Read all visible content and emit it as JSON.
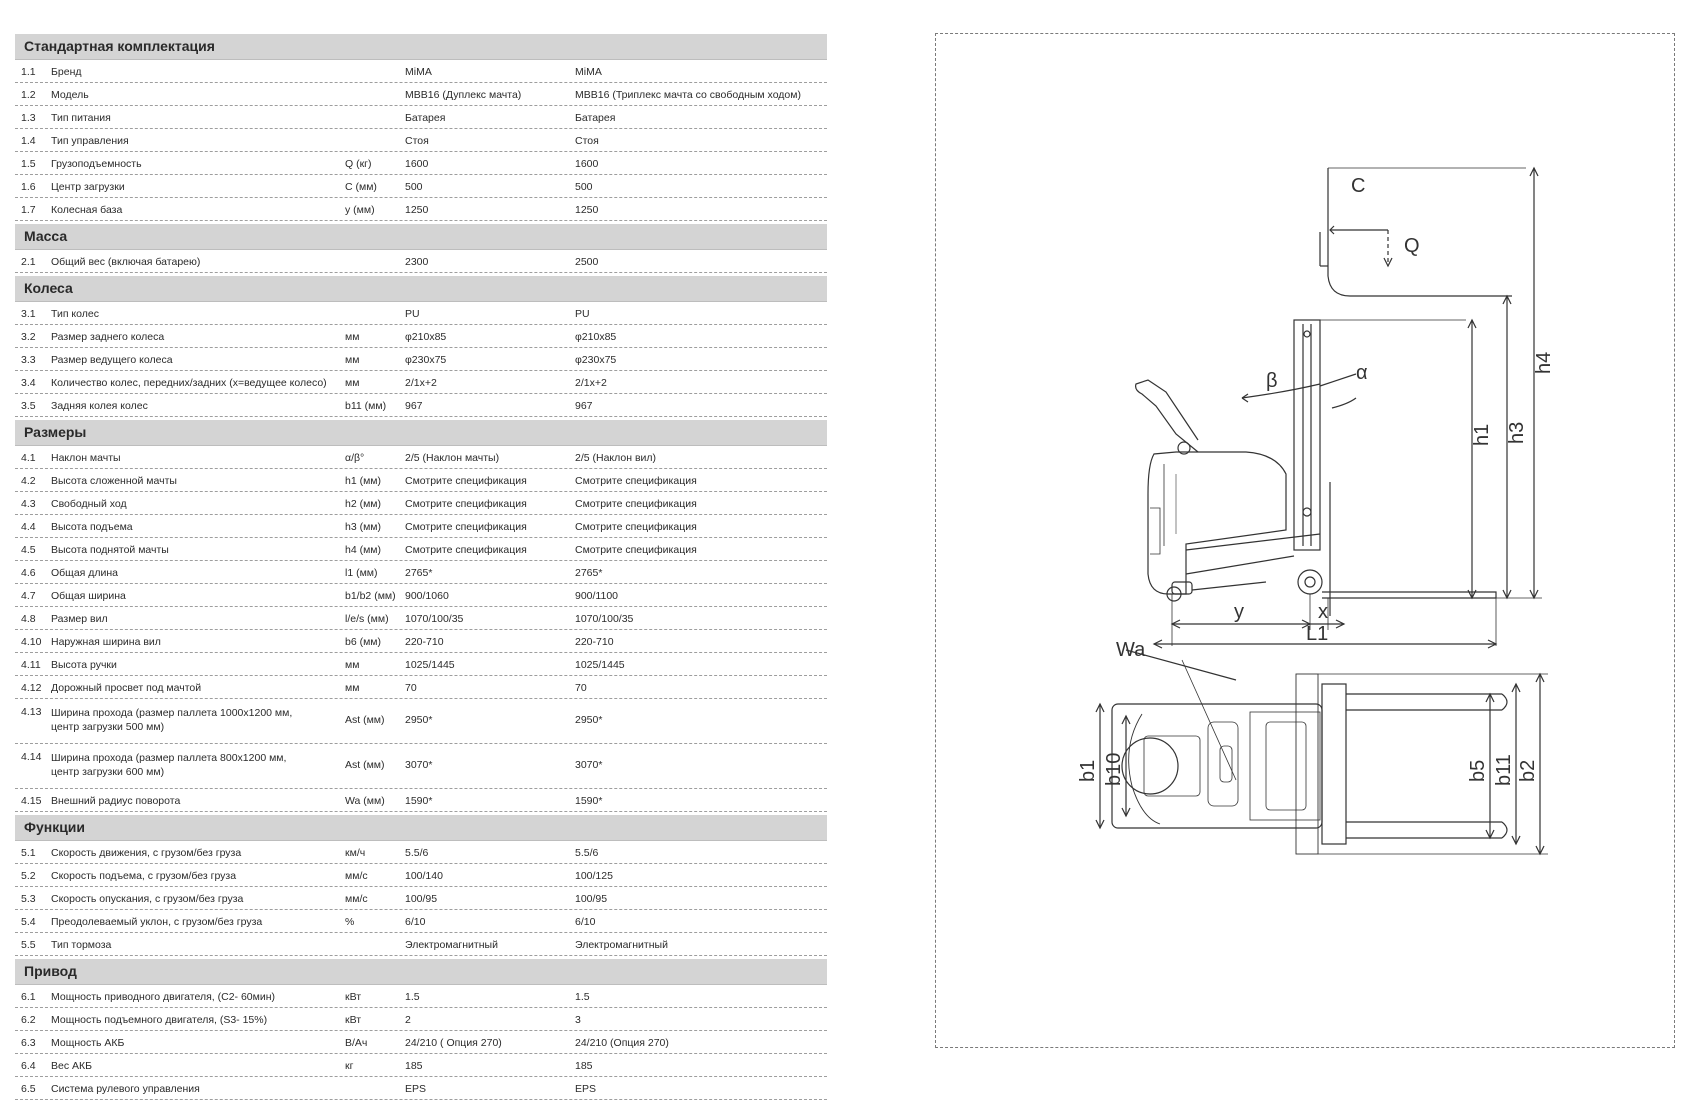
{
  "sections": [
    {
      "title": "Стандартная комплектация",
      "rows": [
        {
          "num": "1.1",
          "name": "Бренд",
          "unit": "",
          "v1": "MiMA",
          "v2": "MiMA"
        },
        {
          "num": "1.2",
          "name": "Модель",
          "unit": "",
          "v1": "MBB16 (Дуплекс мачта)",
          "v2": "MBB16 (Триплекс мачта со свободным ходом)"
        },
        {
          "num": "1.3",
          "name": "Тип питания",
          "unit": "",
          "v1": "Батарея",
          "v2": "Батарея"
        },
        {
          "num": "1.4",
          "name": "Тип управления",
          "unit": "",
          "v1": "Стоя",
          "v2": "Стоя"
        },
        {
          "num": "1.5",
          "name": "Грузоподъемность",
          "unit": "Q (кг)",
          "v1": "1600",
          "v2": "1600"
        },
        {
          "num": "1.6",
          "name": "Центр загрузки",
          "unit": "C (мм)",
          "v1": "500",
          "v2": "500"
        },
        {
          "num": "1.7",
          "name": "Колесная база",
          "unit": "y (мм)",
          "v1": "1250",
          "v2": "1250"
        }
      ]
    },
    {
      "title": "Масса",
      "rows": [
        {
          "num": "2.1",
          "name": "Общий вес (включая батарею)",
          "unit": "",
          "v1": "2300",
          "v2": "2500"
        }
      ]
    },
    {
      "title": "Колеса",
      "rows": [
        {
          "num": "3.1",
          "name": "Тип колес",
          "unit": "",
          "v1": "PU",
          "v2": "PU"
        },
        {
          "num": "3.2",
          "name": "Размер заднего колеса",
          "unit": "мм",
          "v1": "φ210x85",
          "v2": "φ210x85"
        },
        {
          "num": "3.3",
          "name": "Размер ведущего колеса",
          "unit": "мм",
          "v1": "φ230x75",
          "v2": "φ230x75"
        },
        {
          "num": "3.4",
          "name": "Количество колес, передних/задних (x=ведущее колесо)",
          "unit": "мм",
          "v1": "2/1x+2",
          "v2": "2/1x+2"
        },
        {
          "num": "3.5",
          "name": "Задняя колея колес",
          "unit": "b11 (мм)",
          "v1": "967",
          "v2": "967"
        }
      ]
    },
    {
      "title": "Размеры",
      "rows": [
        {
          "num": "4.1",
          "name": "Наклон мачты",
          "unit": "α/β°",
          "v1": "2/5 (Наклон мачты)",
          "v2": "2/5 (Наклон вил)"
        },
        {
          "num": "4.2",
          "name": "Высота сложенной мачты",
          "unit": "h1 (мм)",
          "v1": "Смотрите спецификация",
          "v2": "Смотрите спецификация"
        },
        {
          "num": "4.3",
          "name": "Свободный ход",
          "unit": "h2 (мм)",
          "v1": "Смотрите спецификация",
          "v2": "Смотрите спецификация"
        },
        {
          "num": "4.4",
          "name": "Высота подъема",
          "unit": "h3 (мм)",
          "v1": "Смотрите спецификация",
          "v2": "Смотрите спецификация"
        },
        {
          "num": "4.5",
          "name": "Высота поднятой мачты",
          "unit": "h4 (мм)",
          "v1": "Смотрите спецификация",
          "v2": "Смотрите спецификация"
        },
        {
          "num": "4.6",
          "name": "Общая длина",
          "unit": "l1 (мм)",
          "v1": "2765*",
          "v2": "2765*"
        },
        {
          "num": "4.7",
          "name": "Общая ширина",
          "unit": "b1/b2 (мм)",
          "v1": "900/1060",
          "v2": "900/1100"
        },
        {
          "num": "4.8",
          "name": "Размер вил",
          "unit": "l/e/s (мм)",
          "v1": "1070/100/35",
          "v2": "1070/100/35"
        },
        {
          "num": "4.10",
          "name": "Наружная ширина вил",
          "unit": "b6 (мм)",
          "v1": "220-710",
          "v2": "220-710"
        },
        {
          "num": "4.11",
          "name": "Высота ручки",
          "unit": "мм",
          "v1": "1025/1445",
          "v2": "1025/1445"
        },
        {
          "num": "4.12",
          "name": "Дорожный просвет под мачтой",
          "unit": "мм",
          "v1": "70",
          "v2": "70"
        },
        {
          "num": "4.13",
          "name": "Ширина прохода (размер паллета 1000x1200 мм,\nцентр загрузки 500 мм)",
          "unit": "Ast (мм)",
          "v1": "2950*",
          "v2": "2950*",
          "tall": true
        },
        {
          "num": "4.14",
          "name": "Ширина прохода (размер паллета 800x1200 мм,\nцентр загрузки 600 мм)",
          "unit": "Ast (мм)",
          "v1": "3070*",
          "v2": "3070*",
          "tall": true
        },
        {
          "num": "4.15",
          "name": "Внешний радиус поворота",
          "unit": "Wa (мм)",
          "v1": "1590*",
          "v2": "1590*"
        }
      ]
    },
    {
      "title": "Функции",
      "rows": [
        {
          "num": "5.1",
          "name": "Скорость движения, с грузом/без груза",
          "unit": "км/ч",
          "v1": "5.5/6",
          "v2": "5.5/6"
        },
        {
          "num": "5.2",
          "name": "Скорость подъема, с грузом/без груза",
          "unit": "мм/с",
          "v1": "100/140",
          "v2": "100/125"
        },
        {
          "num": "5.3",
          "name": "Скорость опускания, с грузом/без груза",
          "unit": "мм/с",
          "v1": "100/95",
          "v2": "100/95"
        },
        {
          "num": "5.4",
          "name": "Преодолеваемый уклон, с грузом/без груза",
          "unit": "%",
          "v1": "6/10",
          "v2": "6/10"
        },
        {
          "num": "5.5",
          "name": "Тип тормоза",
          "unit": "",
          "v1": "Электромагнитный",
          "v2": "Электромагнитный"
        }
      ]
    },
    {
      "title": "Привод",
      "rows": [
        {
          "num": "6.1",
          "name": "Мощность приводного двигателя, (С2- 60мин)",
          "unit": "кВт",
          "v1": "1.5",
          "v2": "1.5"
        },
        {
          "num": "6.2",
          "name": "Мощность подъемного двигателя, (S3- 15%)",
          "unit": "кВт",
          "v1": "2",
          "v2": "3"
        },
        {
          "num": "6.3",
          "name": "Мощность АКБ",
          "unit": "В/Ач",
          "v1": "24/210 ( Опция 270)",
          "v2": "24/210 (Опция 270)"
        },
        {
          "num": "6.4",
          "name": "Вес АКБ",
          "unit": "кг",
          "v1": "185",
          "v2": "185"
        },
        {
          "num": "6.5",
          "name": "Система рулевого управления",
          "unit": "",
          "v1": "EPS",
          "v2": "EPS"
        }
      ]
    }
  ],
  "drawing": {
    "side_labels": {
      "c": "C",
      "q": "Q",
      "beta": "β",
      "alpha": "α",
      "h1": "h1",
      "h3": "h3",
      "h4": "h4",
      "y": "y",
      "x": "x",
      "l1": "L1"
    },
    "top_labels": {
      "wa": "Wa",
      "b1": "b1",
      "b10": "b10",
      "b5": "b5",
      "b11": "b11",
      "b2": "b2"
    }
  }
}
